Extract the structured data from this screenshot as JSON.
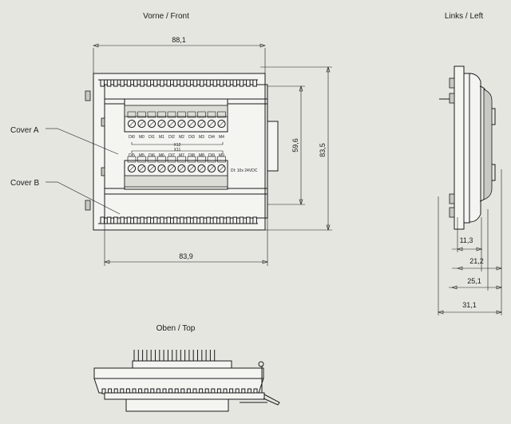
{
  "views": {
    "front": "Vorne / Front",
    "left": "Links / Left",
    "top": "Oben / Top"
  },
  "callouts": {
    "cover_a": "Cover A",
    "cover_b": "Cover B"
  },
  "dimensions": {
    "front_width_top": "88,1",
    "front_width_bottom": "83,9",
    "front_height_inner": "59,6",
    "front_height_total": "83,5",
    "side_11": "11,3",
    "side_21": "21,2",
    "side_25": "25,1",
    "side_31": "31,1"
  },
  "connectors": {
    "x12_label": "X12",
    "x11_label": "X11",
    "x12_pins": [
      "DI0",
      "M0",
      "DI1",
      "M1",
      "DI2",
      "M2",
      "DI3",
      "M3",
      "DI4",
      "M4"
    ],
    "x11_pins": [
      "DI5",
      "M5",
      "DI6",
      "M6",
      "DI7",
      "M7",
      "DI8",
      "M8",
      "DI9",
      "M9"
    ],
    "rating": "DI: 10x 24VDC"
  }
}
